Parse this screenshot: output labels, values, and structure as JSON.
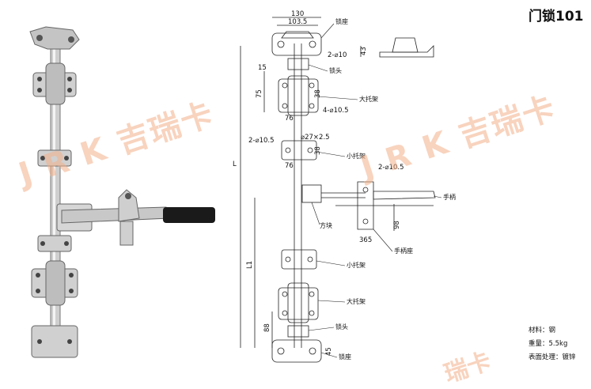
{
  "title": "门锁101",
  "specs": {
    "material": "材料：钢",
    "weight": "重量：5.5kg",
    "finish": "表面处理：镀锌"
  },
  "watermark": {
    "main": "J R K 吉瑞卡",
    "right": "J R K 吉瑞卡",
    "bottom": "瑞卡"
  },
  "dimensions": {
    "width_130": "130",
    "width_103": "103.5",
    "hole_2_10": "2-⌀10",
    "height_43": "43",
    "dim_15": "15",
    "dim_75": "75",
    "dim_38a": "38",
    "hole_4_10_5": "4-⌀10.5",
    "dim_76a": "76",
    "hole_2_10_5a": "2-⌀10.5",
    "tube": "⌀27×2.5",
    "dim_38b": "38",
    "dim_76b": "76",
    "hole_2_10_5b": "2-⌀10.5",
    "dim_98": "98",
    "dim_365": "365",
    "L": "L",
    "L1": "L1",
    "dim_88": "88",
    "dim_45": "45"
  },
  "labels": {
    "lock_seat_top": "锁座",
    "lock_head_top": "锁头",
    "big_bracket_top": "大托架",
    "small_bracket_top": "小托架",
    "handle": "手柄",
    "square_block": "方块",
    "handle_seat": "手柄座",
    "small_bracket_mid": "小托架",
    "big_bracket_bottom": "大托架",
    "lock_head_bottom": "锁头",
    "lock_seat_bottom": "锁座"
  },
  "colors": {
    "line": "#222222",
    "metal_light": "#e8e8e8",
    "metal_mid": "#b9b9b9",
    "metal_dark": "#6e6e6e",
    "handle_black": "#1a1a1a",
    "watermark": "#f3b08a"
  }
}
